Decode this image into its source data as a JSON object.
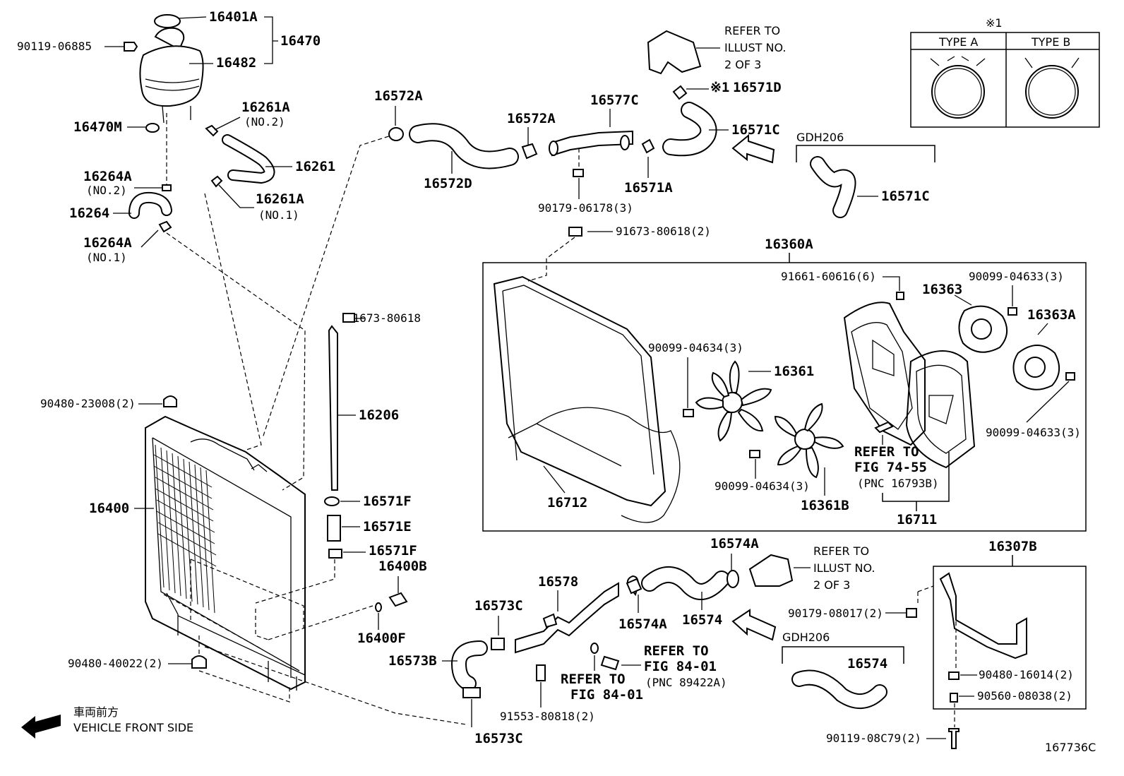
{
  "figure_number": "167736C",
  "type_box": {
    "note_mark": "※1",
    "type_a": "TYPE A",
    "type_b": "TYPE B"
  },
  "orientation": {
    "japanese": "車両前方",
    "english": "VEHICLE FRONT SIDE"
  },
  "labels": {
    "p16401A": "16401A",
    "p16470": "16470",
    "p90119_06885": "90119-06885",
    "p16482": "16482",
    "p16470M": "16470M",
    "p16261A_top": "16261A",
    "p16261A_top_sub": "(NO.2)",
    "p16261": "16261",
    "p16261A_bot": "16261A",
    "p16261A_bot_sub": "(NO.1)",
    "p16264A_top": "16264A",
    "p16264A_top_sub": "(NO.2)",
    "p16264": "16264",
    "p16264A_bot": "16264A",
    "p16264A_bot_sub": "(NO.1)",
    "p16572A_l": "16572A",
    "p16572D": "16572D",
    "p16572A_r": "16572A",
    "p16577C": "16577C",
    "p90179_06178": "90179-06178(3)",
    "p16571A": "16571A",
    "refer_top": "REFER TO",
    "refer_top2": "ILLUST NO.",
    "refer_top3": "2 OF 3",
    "p16571D_mark": "※1",
    "p16571D": "16571D",
    "p16571C": "16571C",
    "gdh206_top": "GDH206",
    "p16571C_alt": "16571C",
    "p91673_80618_2": "91673-80618(2)",
    "p16360A": "16360A",
    "p91661_60616": "91661-60616(6)",
    "p16363": "16363",
    "p90099_04633_a": "90099-04633(3)",
    "p16363A": "16363A",
    "p90099_04634_a": "90099-04634(3)",
    "p16361": "16361",
    "p90099_04633_b": "90099-04633(3)",
    "refer_fig7455_1": "REFER TO",
    "refer_fig7455_2": "FIG 74-55",
    "refer_fig7455_3": "(PNC 16793B)",
    "p90099_04634_b": "90099-04634(3)",
    "p16361B": "16361B",
    "p16712": "16712",
    "p16711": "16711",
    "p91673_80618": "91673-80618",
    "p16206": "16206",
    "p90480_23008": "90480-23008(2)",
    "p16400": "16400",
    "p16571F_a": "16571F",
    "p16571E": "16571E",
    "p16571F_b": "16571F",
    "p16400B": "16400B",
    "p16400F": "16400F",
    "p90480_40022": "90480-40022(2)",
    "p16573C_top": "16573C",
    "p16578": "16578",
    "p16573B": "16573B",
    "p16573C_bot": "16573C",
    "p91553_80818": "91553-80818(2)",
    "refer_fig8401a_1": "REFER TO",
    "refer_fig8401a_2": "FIG 84-01",
    "refer_fig8401b_1": "REFER TO",
    "refer_fig8401b_2": "FIG 84-01",
    "refer_fig8401b_3": "(PNC 89422A)",
    "p16574A_top": "16574A",
    "p16574A_bot": "16574A",
    "p16574": "16574",
    "refer_mid1": "REFER TO",
    "refer_mid2": "ILLUST NO.",
    "refer_mid3": "2 OF 3",
    "gdh206_bot": "GDH206",
    "p16574_alt": "16574",
    "p16307B": "16307B",
    "p90179_08017": "90179-08017(2)",
    "p90480_16014": "90480-16014(2)",
    "p90560_08038": "90560-08038(2)",
    "p90119_08C79": "90119-08C79(2)"
  }
}
